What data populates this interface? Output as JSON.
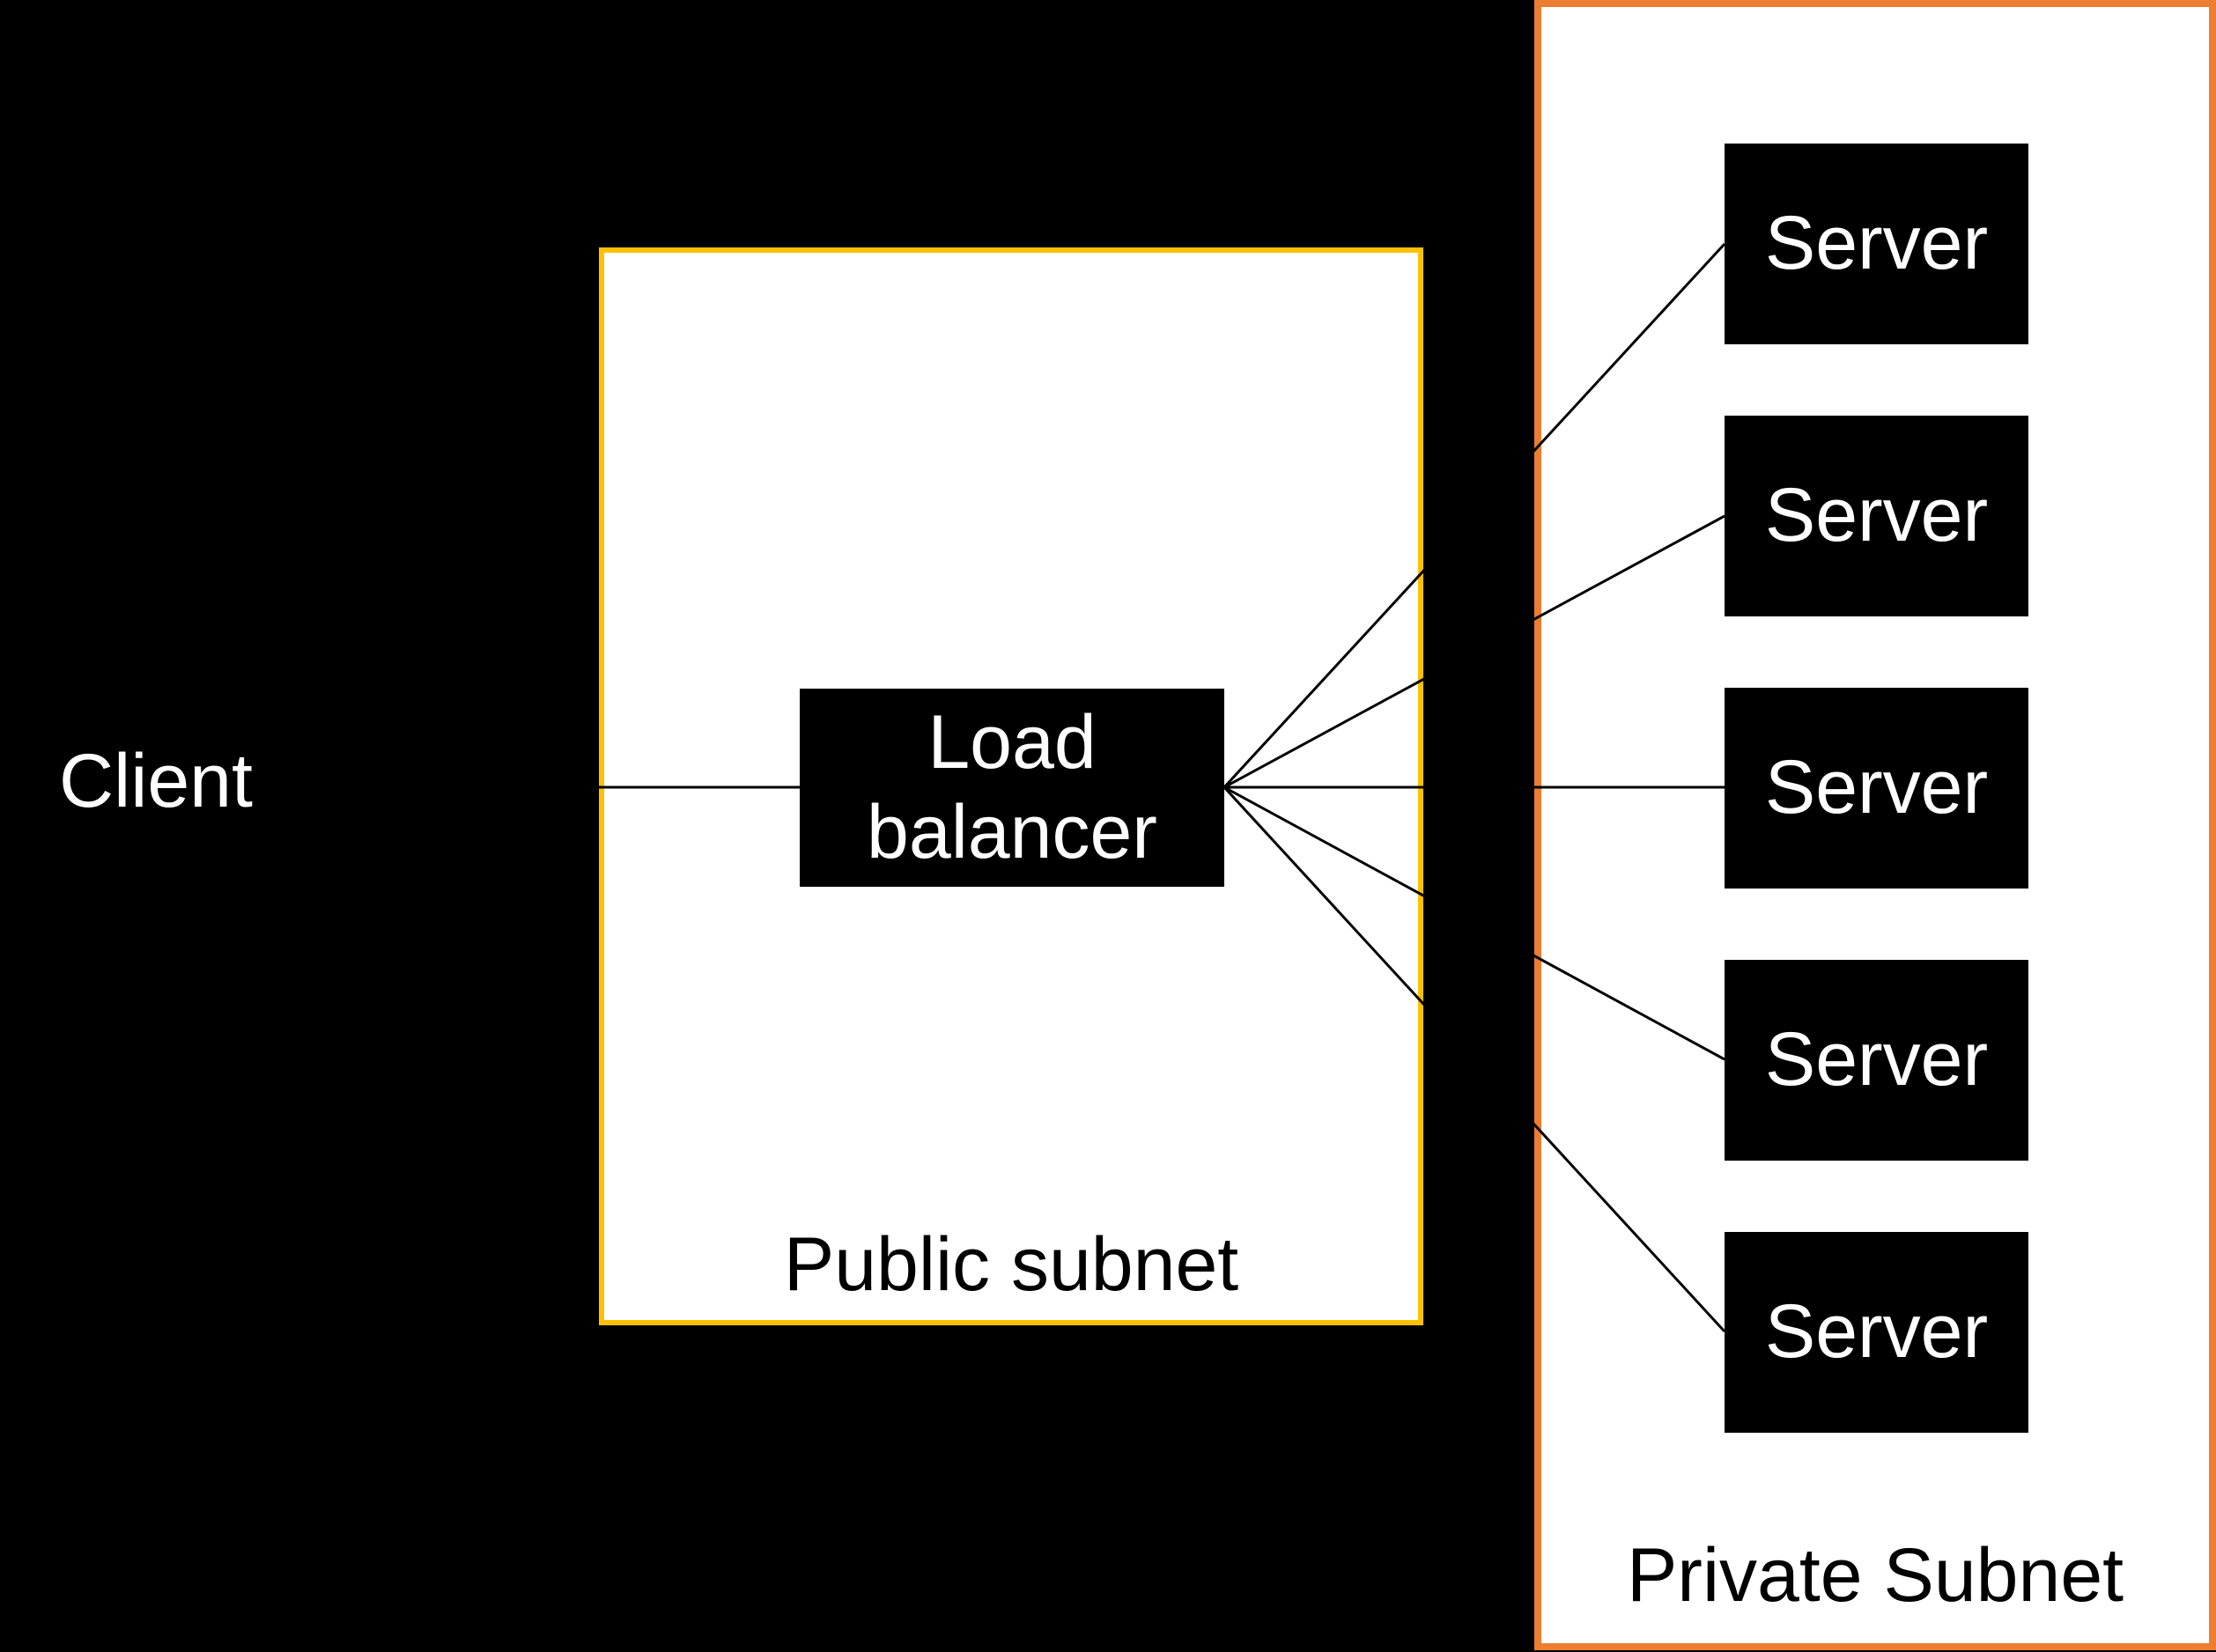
{
  "diagram": {
    "client": {
      "label": "Client"
    },
    "public_subnet": {
      "label": "Public subnet",
      "border_color": "#FFC000"
    },
    "load_balancer": {
      "label": "Load balancer"
    },
    "private_subnet": {
      "label": "Private Subnet",
      "border_color": "#ED7D31"
    },
    "servers": [
      {
        "label": "Server"
      },
      {
        "label": "Server"
      },
      {
        "label": "Server"
      },
      {
        "label": "Server"
      },
      {
        "label": "Server"
      }
    ],
    "colors": {
      "background": "#000000",
      "subnet_fill": "#FFFFFF",
      "node_fill": "#000000",
      "node_text": "#FFFFFF",
      "client_text": "#FFFFFF",
      "subnet_label_text": "#000000",
      "connector_line": "#000000"
    }
  }
}
